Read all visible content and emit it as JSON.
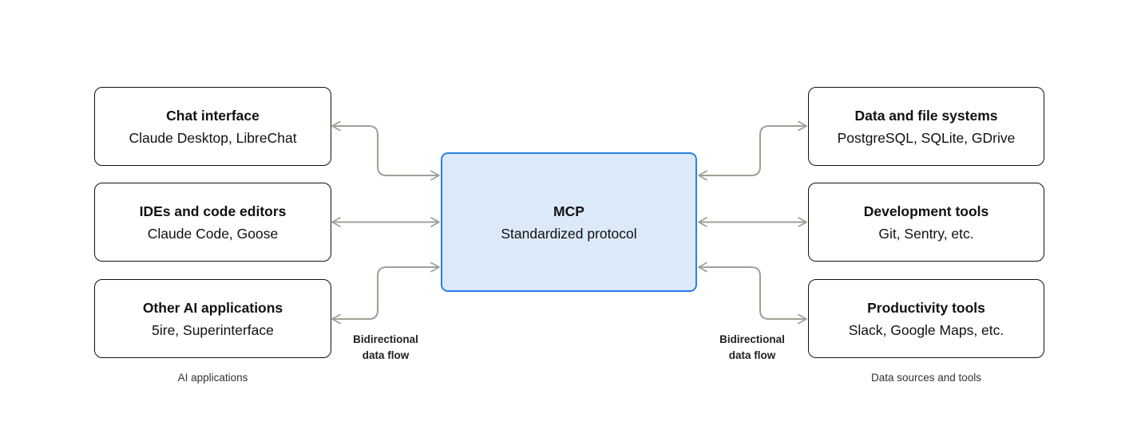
{
  "diagram": {
    "center_node": {
      "title": "MCP",
      "subtitle": "Standardized protocol"
    },
    "left_column": {
      "caption": "AI applications",
      "flow_label": "Bidirectional\ndata flow",
      "boxes": [
        {
          "title": "Chat interface",
          "subtitle": "Claude Desktop, LibreChat"
        },
        {
          "title": "IDEs and code editors",
          "subtitle": "Claude Code, Goose"
        },
        {
          "title": "Other AI applications",
          "subtitle": "5ire, Superinterface"
        }
      ]
    },
    "right_column": {
      "caption": "Data sources and tools",
      "flow_label": "Bidirectional\ndata flow",
      "boxes": [
        {
          "title": "Data and file systems",
          "subtitle": "PostgreSQL, SQLite, GDrive"
        },
        {
          "title": "Development tools",
          "subtitle": "Git, Sentry, etc."
        },
        {
          "title": "Productivity tools",
          "subtitle": "Slack, Google Maps, etc."
        }
      ]
    },
    "connections": "bidirectional-arrows"
  },
  "colors": {
    "background": "#ffffff",
    "box_border": "#111111",
    "center_border": "#2d7ee8",
    "center_fill": "#dbe9f9",
    "arrow": "#a0a096",
    "text": "#111111",
    "caption_text": "#333333"
  }
}
